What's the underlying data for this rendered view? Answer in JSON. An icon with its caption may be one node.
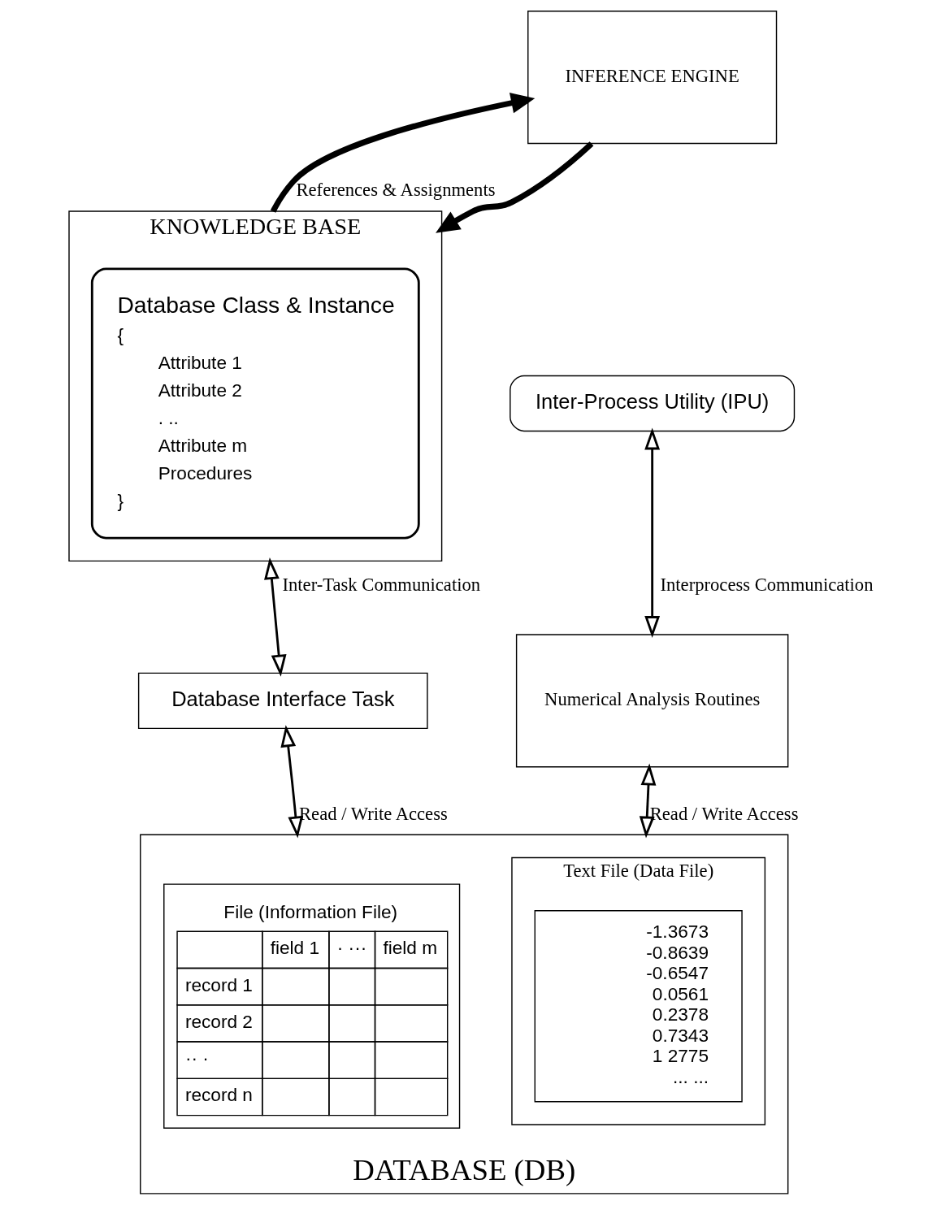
{
  "diagram": {
    "nodes": [
      {
        "text": [
          "KNOWLEDGE BASE"
        ]
      },
      {
        "text": [
          "Database Class & Instance",
          "{",
          "Attribute 1",
          "Attribute 2",
          ". ..",
          "Attribute m",
          "Procedures",
          "}"
        ],
        "in": 0
      },
      {
        "text": [
          "INFERENCE ENGINE"
        ]
      },
      {
        "text": [
          "Inter-Process Utility (IPU)"
        ]
      },
      {
        "text": [
          "Database Interface Task"
        ]
      },
      {
        "text": [
          "Numerical Analysis Routines"
        ]
      },
      {
        "text": [
          "DATABASE (DB)"
        ]
      },
      {
        "text": [
          "File (Information File)",
          "field 1",
          "· ···",
          "field m",
          "record 1",
          "record 2",
          "·· ·",
          "record n"
        ],
        "in": 6
      },
      {
        "text": [
          "Text File (Data File)"
        ],
        "in": 6
      },
      {
        "text": [
          "-1.3673",
          "-0.8639",
          "-0.6547",
          "0.0561",
          "0.2378",
          "0.7343",
          "1 2775",
          "... ..."
        ],
        "in": 8
      }
    ],
    "edges": [
      {
        "from": 0,
        "to": 2,
        "arrow": "to",
        "label": "References & Assignments",
        "style": "thick"
      },
      {
        "from": 2,
        "to": 0,
        "arrow": "to",
        "style": "thick"
      },
      {
        "from": 0,
        "to": 4,
        "arrow": "both",
        "label": "Inter-Task Communication"
      },
      {
        "from": 3,
        "to": 5,
        "arrow": "both",
        "label": "Interprocess Communication"
      },
      {
        "from": 4,
        "to": 6,
        "arrow": "both",
        "label": "Read / Write Access"
      },
      {
        "from": 5,
        "to": 6,
        "arrow": "both",
        "label": "Read / Write Access"
      }
    ]
  }
}
